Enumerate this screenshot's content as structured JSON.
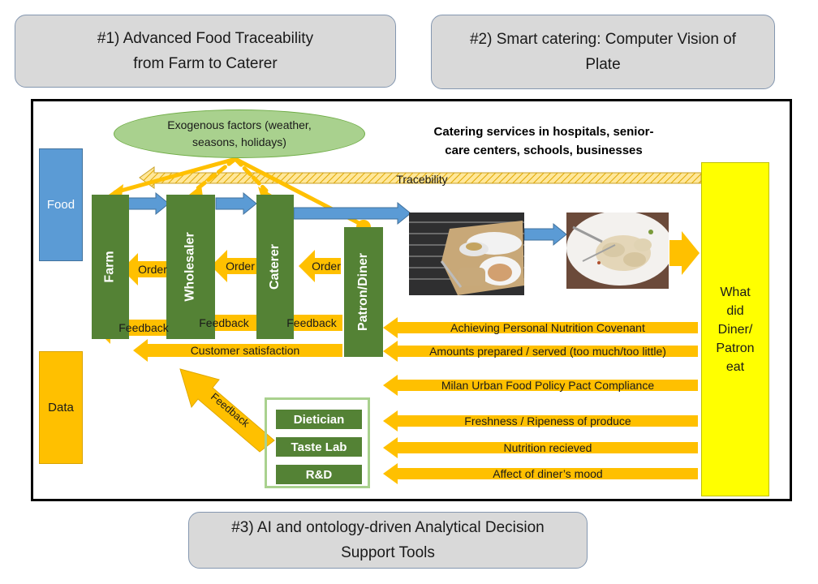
{
  "titles": {
    "box1": "#1) Advanced Food Traceability\nfrom Farm to Caterer",
    "box2": "#2) Smart catering: Computer Vision of\nPlate",
    "box3": "#3) AI and ontology-driven Analytical Decision\nSupport Tools"
  },
  "side": {
    "food": "Food",
    "data": "Data"
  },
  "exogenous": "Exogenous factors (weather,\nseasons, holidays)",
  "catering": "Catering services in hospitals, senior-\ncare centers, schools, businesses",
  "traceability": "Tracebility",
  "chain": {
    "farm": "Farm",
    "wholesaler": "Wholesaler",
    "caterer": "Caterer",
    "patron": "Patron/Diner"
  },
  "orders": [
    "Order",
    "Order",
    "Order"
  ],
  "feedbacks": [
    "Feedback",
    "Feedback",
    "Feedback"
  ],
  "customer_satisfaction": "Customer satisfaction",
  "feedback_diagonal": "Feedback",
  "what_did": "What\ndid\nDiner/\nPatron\neat",
  "data_arrows": [
    "Achieving Personal Nutrition Covenant",
    "Amounts prepared / served (too much/too little)",
    "Milan Urban Food Policy Pact Compliance",
    "Freshness / Ripeness of produce",
    "Nutrition recieved",
    "Affect of diner’s mood"
  ],
  "tools": [
    "Dietician",
    "Taste Lab",
    "R&D"
  ],
  "colors": {
    "green": "#548235",
    "orange": "#ffc000",
    "blue": "#5b9bd5",
    "yellow": "#ffff00",
    "lightgreen": "#a9d18e"
  }
}
